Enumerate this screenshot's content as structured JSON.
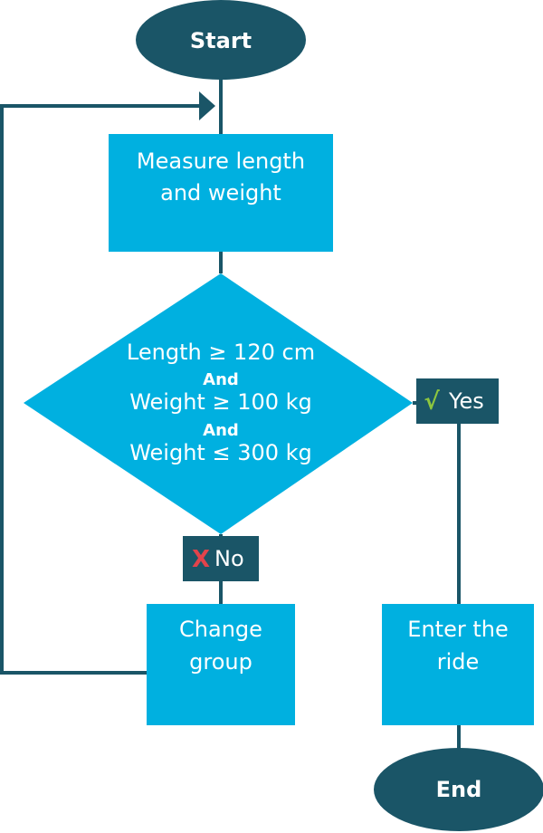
{
  "colors": {
    "dark": "#1a5567",
    "light": "#00b0e0",
    "text": "#ffffff",
    "check": "#8dc63f",
    "cross": "#e2434b"
  },
  "nodes": {
    "start": {
      "label": "Start"
    },
    "measure": {
      "line1": "Measure length",
      "line2": "and weight"
    },
    "decision": {
      "line1": "Length ≥ 120 cm",
      "and1": "And",
      "line2": "Weight ≥ 100 kg",
      "and2": "And",
      "line3": "Weight ≤ 300 kg"
    },
    "change": {
      "line1": "Change",
      "line2": "group"
    },
    "enter": {
      "line1": "Enter the",
      "line2": "ride"
    },
    "end": {
      "label": "End"
    }
  },
  "branches": {
    "yes": {
      "mark": "√",
      "mark_icon": "check-icon",
      "label": "Yes"
    },
    "no": {
      "mark": "X",
      "mark_icon": "cross-icon",
      "label": "No"
    }
  }
}
